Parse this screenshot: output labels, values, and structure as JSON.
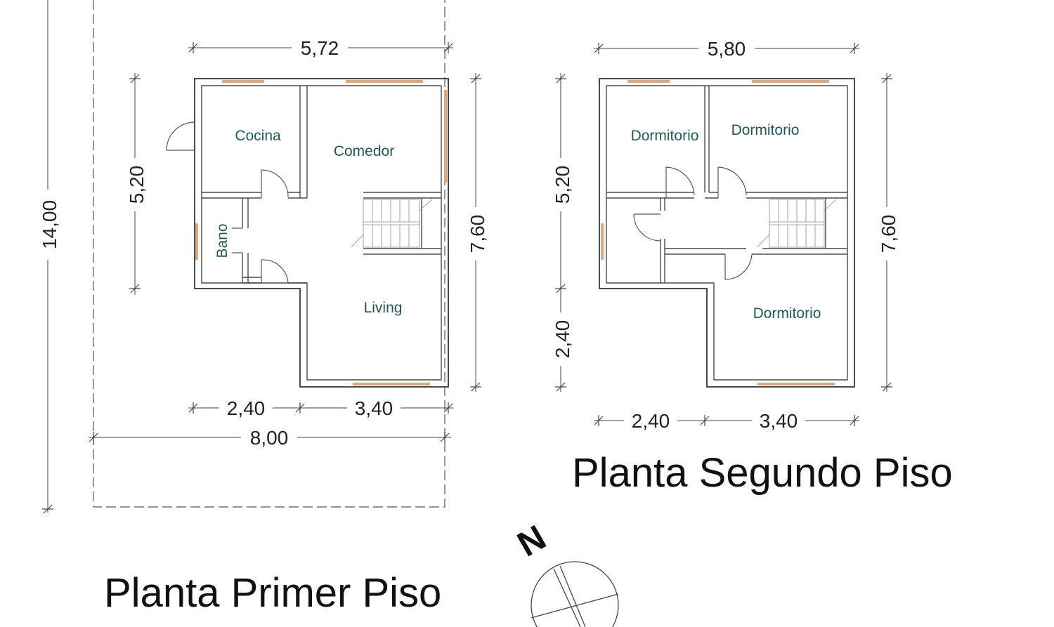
{
  "first_floor": {
    "title": "Planta Primer Piso",
    "rooms": {
      "cocina": "Cocina",
      "comedor": "Comedor",
      "bano": "Bano",
      "living": "Living"
    },
    "dims": {
      "top_width": "5,72",
      "left_height": "5,20",
      "right_height": "7,60",
      "bottom_left": "2,40",
      "bottom_right": "3,40",
      "lot_width": "8,00",
      "lot_depth": "14,00"
    }
  },
  "second_floor": {
    "title": "Planta Segundo Piso",
    "rooms": {
      "dorm_1": "Dormitorio",
      "dorm_2": "Dormitorio",
      "dorm_3": "Dormitorio"
    },
    "dims": {
      "top_width": "5,80",
      "left_upper": "5,20",
      "left_lower": "2,40",
      "right_height": "7,60",
      "bottom_left": "2,40",
      "bottom_right": "3,40"
    }
  },
  "north_label": "N",
  "colors": {
    "room_label": "#1f5a5a",
    "window": "#e0a878",
    "wall": "#4a4a4a"
  }
}
